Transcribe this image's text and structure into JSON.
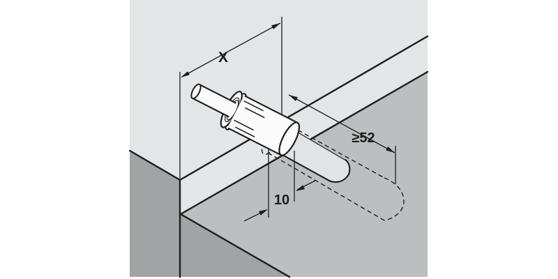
{
  "drawing": {
    "type": "isometric installation drawing of push-catch fitting drilled into panel edge",
    "labels": {
      "distance_x": "X",
      "drilling_depth_min": "≥52",
      "drill_diameter": "10"
    },
    "colors": {
      "page": "#ffffff",
      "background": "#e4e5e6",
      "panel_front_face": "#bdbec0",
      "panel_side_face": "#a2a3a5",
      "line": "#1d1d1b",
      "fitting_fill": "#fbfbfb",
      "recess_fill": "#e2e3e5"
    }
  }
}
